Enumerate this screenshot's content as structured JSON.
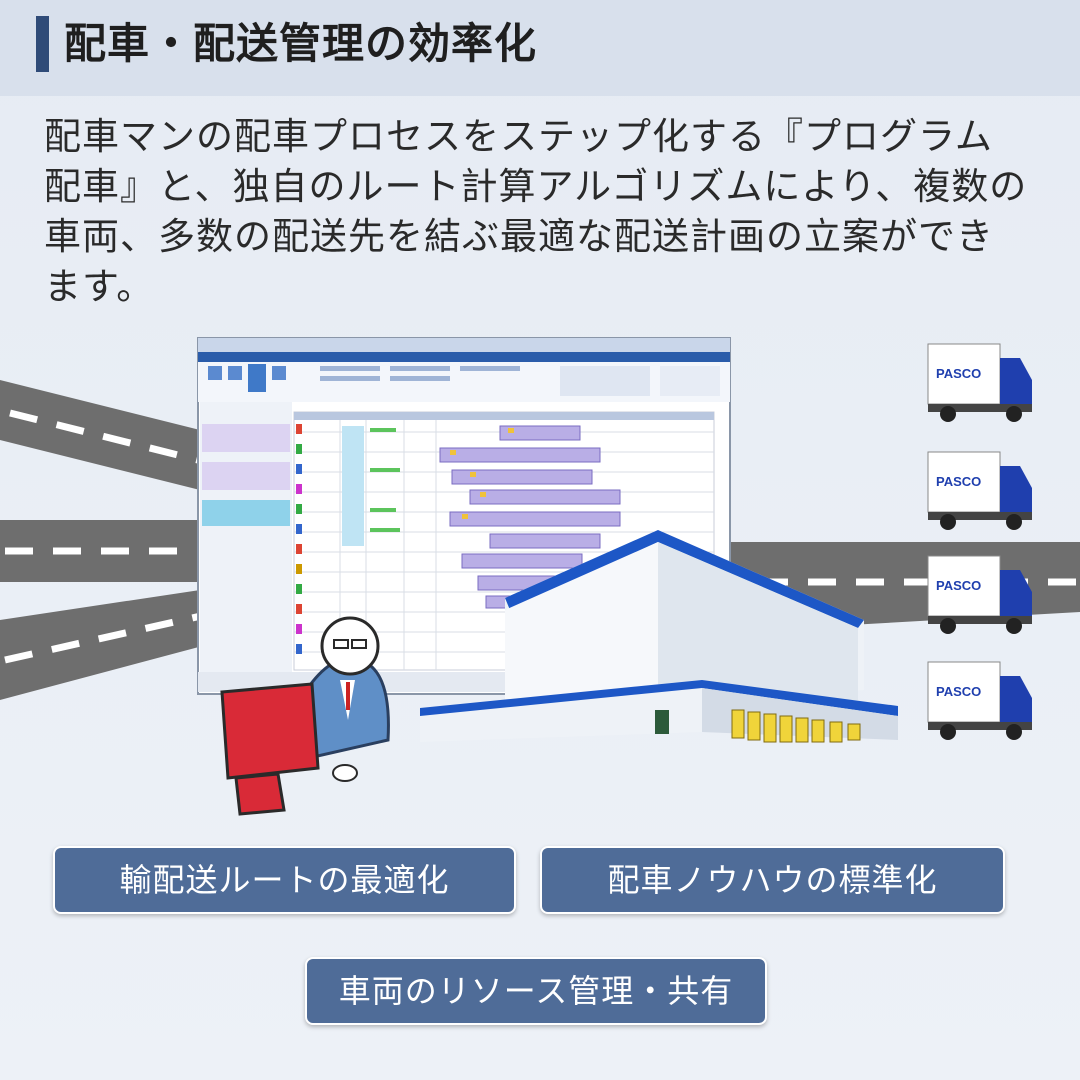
{
  "header": {
    "title": "配車・配送管理の効率化"
  },
  "description": {
    "line1": "配車マンの配車プロセスをステップ化する『プログラム",
    "line2": "配車』と、独自のルート計算アルゴリズムにより、複数の",
    "line3": "車両、多数の配送先を結ぶ最適な配送計画の立案ができ",
    "line4": "ます。"
  },
  "illustration": {
    "truck_brand": "PASCO"
  },
  "features": [
    {
      "label": "輸配送ルートの最適化"
    },
    {
      "label": "配車ノウハウの標準化"
    },
    {
      "label": "車両のリソース管理・共有"
    }
  ],
  "colors": {
    "accent": "#2f4b78",
    "pill": "#4f6c98",
    "header_bg": "#d8e0ec",
    "truck_cab": "#1f3fae",
    "warehouse_blue": "#1d57c6",
    "monitor_red": "#d92a37"
  }
}
